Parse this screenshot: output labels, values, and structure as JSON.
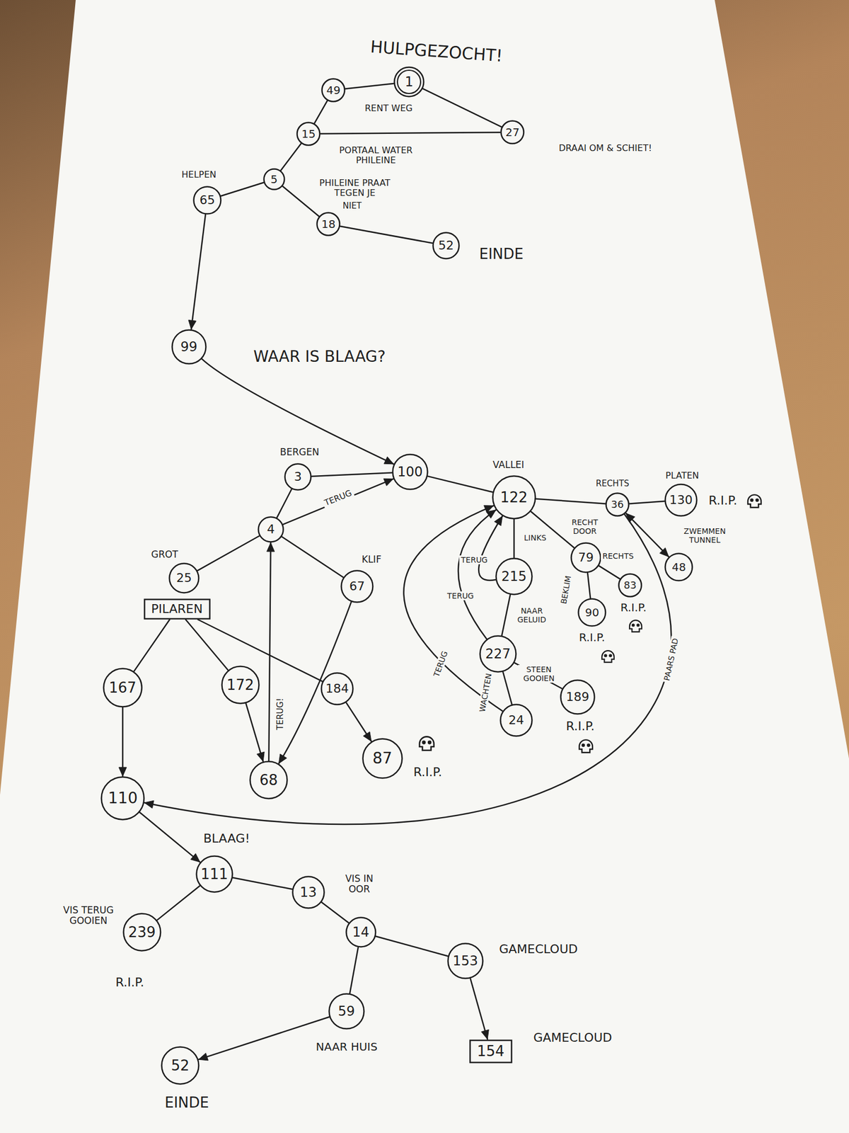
{
  "diagram": {
    "title": "HULPGEZOCHT!",
    "nodes": [
      {
        "text": [
          "1"
        ]
      },
      {
        "text": [
          "49",
          "RENT WEG"
        ]
      },
      {
        "text": [
          "27",
          "DRAAI OM & SCHIET!"
        ]
      },
      {
        "text": [
          "15",
          "PORTAAL WATER PHILEINE"
        ]
      },
      {
        "text": [
          "5",
          "PHILEINE PRAAT TEGEN JE"
        ]
      },
      {
        "text": [
          "65",
          "HELPEN"
        ]
      },
      {
        "text": [
          "18"
        ]
      },
      {
        "text": [
          "52",
          "EINDE"
        ]
      },
      {
        "text": [
          "99",
          "WAAR IS BLAAG?"
        ]
      },
      {
        "text": [
          "3",
          "BERGEN"
        ]
      },
      {
        "text": [
          "100"
        ]
      },
      {
        "text": [
          "4"
        ]
      },
      {
        "text": [
          "122",
          "VALLEI"
        ]
      },
      {
        "text": [
          "36"
        ]
      },
      {
        "text": [
          "130",
          "PLATEN",
          "R.I.P."
        ]
      },
      {
        "text": [
          "48"
        ]
      },
      {
        "text": [
          "25",
          "GROT"
        ]
      },
      {
        "text": [
          "PILAREN"
        ]
      },
      {
        "text": [
          "67",
          "KLIF"
        ]
      },
      {
        "text": [
          "215"
        ]
      },
      {
        "text": [
          "79"
        ]
      },
      {
        "text": [
          "83",
          "R.I.P."
        ]
      },
      {
        "text": [
          "90",
          "R.I.P."
        ]
      },
      {
        "text": [
          "167"
        ]
      },
      {
        "text": [
          "172"
        ]
      },
      {
        "text": [
          "184"
        ]
      },
      {
        "text": [
          "227"
        ]
      },
      {
        "text": [
          "24"
        ]
      },
      {
        "text": [
          "189",
          "R.I.P."
        ]
      },
      {
        "text": [
          "68"
        ]
      },
      {
        "text": [
          "87",
          "R.I.P."
        ]
      },
      {
        "text": [
          "110"
        ]
      },
      {
        "text": [
          "111",
          "BLAAG!"
        ]
      },
      {
        "text": [
          "239",
          "VIS TERUG GOOIEN",
          "R.I.P."
        ]
      },
      {
        "text": [
          "13",
          "VIS IN OOR"
        ]
      },
      {
        "text": [
          "14"
        ]
      },
      {
        "text": [
          "153",
          "GAMECLOUD"
        ]
      },
      {
        "text": [
          "59",
          "NAAR HUIS"
        ]
      },
      {
        "text": [
          "52",
          "EINDE"
        ]
      },
      {
        "text": [
          "154",
          "GAMECLOUD"
        ]
      }
    ],
    "edges": [
      {
        "from": 0,
        "to": 1,
        "arrow": "none"
      },
      {
        "from": 0,
        "to": 2,
        "arrow": "none"
      },
      {
        "from": 1,
        "to": 3,
        "arrow": "none"
      },
      {
        "from": 2,
        "to": 3,
        "arrow": "none"
      },
      {
        "from": 3,
        "to": 4,
        "arrow": "none"
      },
      {
        "from": 4,
        "to": 5,
        "arrow": "none"
      },
      {
        "from": 4,
        "to": 6,
        "label": "NIET",
        "arrow": "none"
      },
      {
        "from": 6,
        "to": 7,
        "arrow": "none"
      },
      {
        "from": 5,
        "to": 8,
        "arrow": "to"
      },
      {
        "from": 8,
        "to": 10,
        "arrow": "to"
      },
      {
        "from": 9,
        "to": 10,
        "arrow": "none"
      },
      {
        "from": 10,
        "to": 12,
        "arrow": "none"
      },
      {
        "from": 9,
        "to": 11,
        "arrow": "none"
      },
      {
        "from": 11,
        "to": 10,
        "label": "TERUG",
        "arrow": "to"
      },
      {
        "from": 11,
        "to": 16,
        "arrow": "none"
      },
      {
        "from": 11,
        "to": 18,
        "arrow": "none"
      },
      {
        "from": 12,
        "to": 13,
        "label": "RECHTS",
        "arrow": "none"
      },
      {
        "from": 13,
        "to": 14,
        "arrow": "none"
      },
      {
        "from": 13,
        "to": 15,
        "label": "ZWEMMEN TUNNEL",
        "arrow": "both"
      },
      {
        "from": 12,
        "to": 20,
        "label": "RECHT DOOR",
        "arrow": "none"
      },
      {
        "from": 20,
        "to": 21,
        "label": "RECHTS",
        "arrow": "none"
      },
      {
        "from": 20,
        "to": 22,
        "label": "BEKLIM",
        "arrow": "none"
      },
      {
        "from": 12,
        "to": 19,
        "label": "LINKS",
        "arrow": "none"
      },
      {
        "from": 19,
        "to": 12,
        "label": "TERUG",
        "arrow": "to"
      },
      {
        "from": 19,
        "to": 26,
        "label": "NAAR GELUID",
        "arrow": "none"
      },
      {
        "from": 26,
        "to": 12,
        "label": "TERUG",
        "arrow": "to"
      },
      {
        "from": 26,
        "to": 27,
        "label": "WACHTEN",
        "arrow": "none"
      },
      {
        "from": 27,
        "to": 12,
        "label": "TERUG",
        "arrow": "to"
      },
      {
        "from": 26,
        "to": 28,
        "label": "STEEN GOOIEN",
        "arrow": "none"
      },
      {
        "from": 13,
        "to": 31,
        "label": "PAARS PAD",
        "arrow": "to"
      },
      {
        "from": 17,
        "to": 23,
        "arrow": "none"
      },
      {
        "from": 17,
        "to": 24,
        "arrow": "none"
      },
      {
        "from": 17,
        "to": 25,
        "arrow": "none"
      },
      {
        "from": 23,
        "to": 31,
        "arrow": "to"
      },
      {
        "from": 24,
        "to": 29,
        "arrow": "to"
      },
      {
        "from": 18,
        "to": 29,
        "arrow": "to"
      },
      {
        "from": 29,
        "to": 11,
        "label": "TERUG!",
        "arrow": "to"
      },
      {
        "from": 25,
        "to": 30,
        "arrow": "to"
      },
      {
        "from": 31,
        "to": 32,
        "arrow": "to"
      },
      {
        "from": 32,
        "to": 33,
        "arrow": "none"
      },
      {
        "from": 32,
        "to": 34,
        "arrow": "none"
      },
      {
        "from": 34,
        "to": 35,
        "arrow": "none"
      },
      {
        "from": 35,
        "to": 36,
        "arrow": "none"
      },
      {
        "from": 35,
        "to": 37,
        "arrow": "none"
      },
      {
        "from": 36,
        "to": 39,
        "arrow": "to"
      },
      {
        "from": 37,
        "to": 38,
        "arrow": "to"
      }
    ]
  }
}
